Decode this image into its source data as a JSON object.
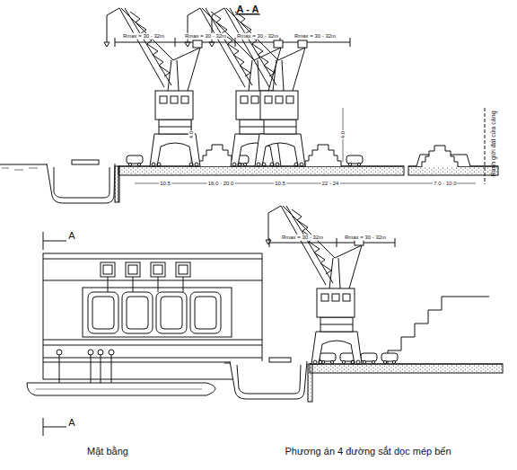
{
  "diagram": {
    "title": "A - A",
    "labels": [
      "Rmax = 30 - 32m",
      "Rmax = 30 - 32m",
      "Rmax = 30 - 32m",
      "Rmax = 30 - 32m",
      "10.5",
      "16.0 - 20.0",
      "10.5",
      "22 - 24",
      "7.0 - 10.0",
      "4.0",
      "4.0",
      "Ranh giới đất cửa cảng",
      "A",
      "A",
      "Mặt bằng",
      "Rmax = 30 - 32m",
      "Rmax = 30 - 32m",
      "Phương án 4 đường sắt dọc mép bến"
    ]
  }
}
